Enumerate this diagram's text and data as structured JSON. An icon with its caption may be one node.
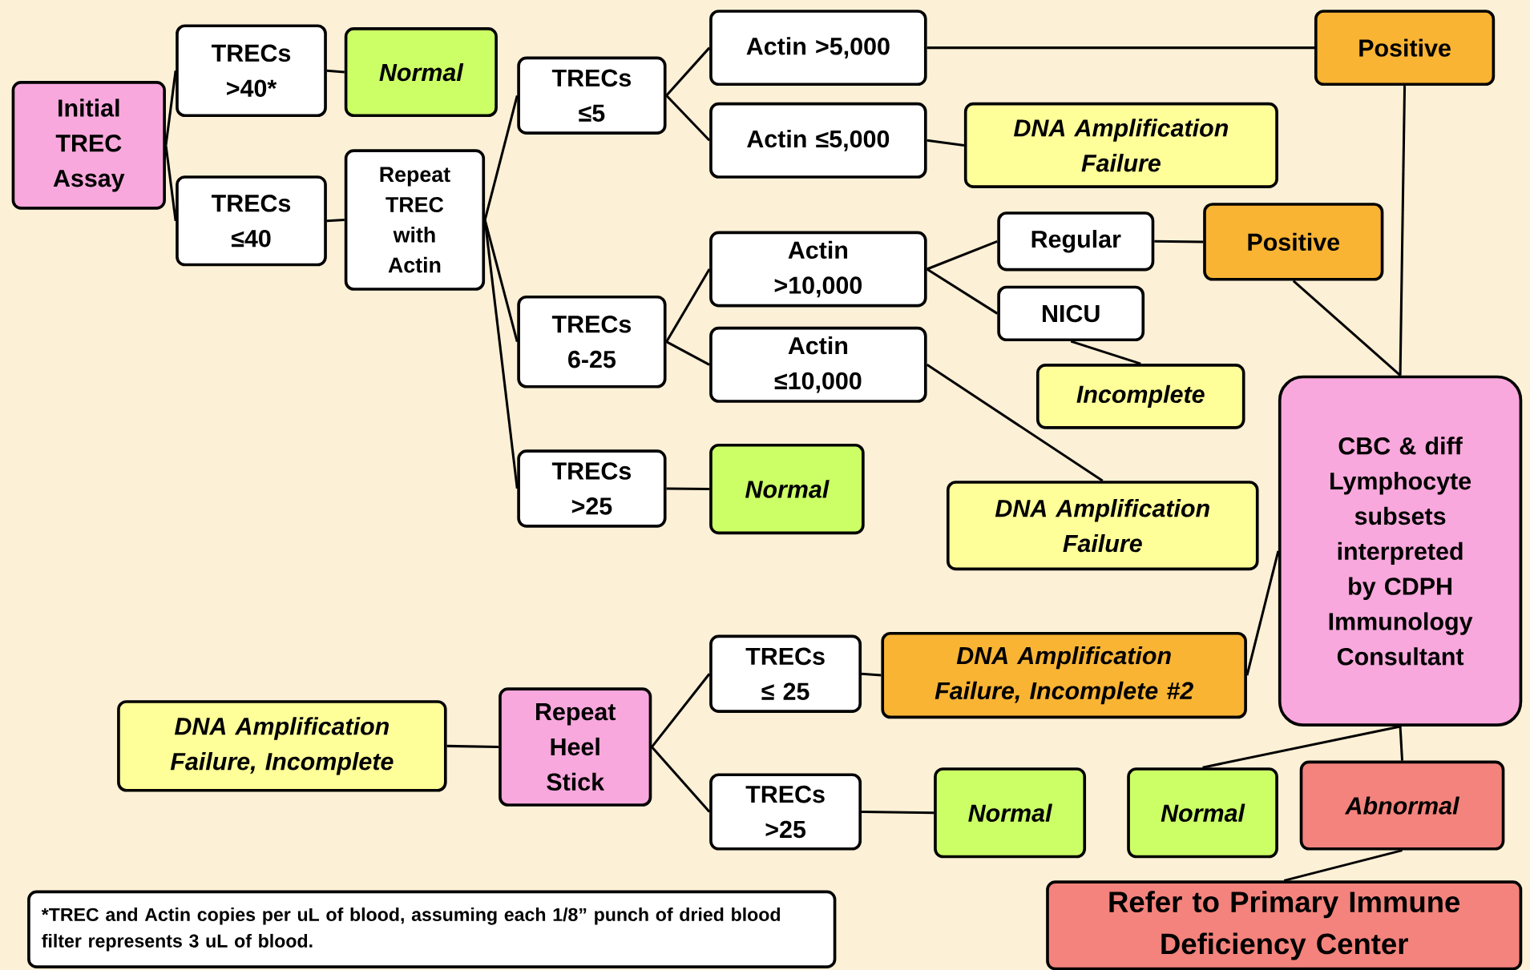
{
  "diagram": {
    "nodes": [
      {
        "text": [
          "Initial TREC Assay"
        ]
      },
      {
        "text": [
          "TRECs >40*"
        ]
      },
      {
        "text": [
          "Normal"
        ]
      },
      {
        "text": [
          "TRECs ≤40"
        ]
      },
      {
        "text": [
          "Repeat TREC with Actin"
        ]
      },
      {
        "text": [
          "TRECs ≤5"
        ]
      },
      {
        "text": [
          "Actin >5,000"
        ]
      },
      {
        "text": [
          "Positive"
        ]
      },
      {
        "text": [
          "Actin ≤5,000"
        ]
      },
      {
        "text": [
          "DNA Amplification Failure"
        ]
      },
      {
        "text": [
          "TRECs 6-25"
        ]
      },
      {
        "text": [
          "Actin >10,000"
        ]
      },
      {
        "text": [
          "Regular"
        ]
      },
      {
        "text": [
          "Positive"
        ]
      },
      {
        "text": [
          "NICU"
        ]
      },
      {
        "text": [
          "Incomplete"
        ]
      },
      {
        "text": [
          "Actin ≤10,000"
        ]
      },
      {
        "text": [
          "TRECs >25"
        ]
      },
      {
        "text": [
          "Normal"
        ]
      },
      {
        "text": [
          "DNA Amplification Failure"
        ]
      },
      {
        "text": [
          "CBC & diff Lymphocyte subsets interpreted by CDPH Immunology Consultant"
        ]
      },
      {
        "text": [
          "DNA Amplification Failure, Incomplete"
        ]
      },
      {
        "text": [
          "Repeat Heel Stick"
        ]
      },
      {
        "text": [
          "TRECs ≤ 25"
        ]
      },
      {
        "text": [
          "DNA Amplification Failure, Incomplete #2"
        ]
      },
      {
        "text": [
          "TRECs >25"
        ]
      },
      {
        "text": [
          "Normal"
        ]
      },
      {
        "text": [
          "Normal"
        ]
      },
      {
        "text": [
          "Abnormal"
        ]
      },
      {
        "text": [
          "Refer to Primary Immune Deficiency Center"
        ]
      },
      {
        "text": [
          "*TREC and Actin copies per uL of blood, assuming each 1/8” punch of dried blood filter represents 3 uL of blood."
        ]
      }
    ],
    "edges": [
      {
        "from": 0,
        "to": 1,
        "arrow": "none"
      },
      {
        "from": 0,
        "to": 3,
        "arrow": "none"
      },
      {
        "from": 1,
        "to": 2,
        "arrow": "none"
      },
      {
        "from": 3,
        "to": 4,
        "arrow": "none"
      },
      {
        "from": 4,
        "to": 5,
        "arrow": "none"
      },
      {
        "from": 4,
        "to": 10,
        "arrow": "none"
      },
      {
        "from": 4,
        "to": 17,
        "arrow": "none"
      },
      {
        "from": 5,
        "to": 6,
        "arrow": "none"
      },
      {
        "from": 5,
        "to": 8,
        "arrow": "none"
      },
      {
        "from": 6,
        "to": 7,
        "arrow": "none"
      },
      {
        "from": 8,
        "to": 9,
        "arrow": "none"
      },
      {
        "from": 10,
        "to": 11,
        "arrow": "none"
      },
      {
        "from": 10,
        "to": 16,
        "arrow": "none"
      },
      {
        "from": 11,
        "to": 12,
        "arrow": "none"
      },
      {
        "from": 11,
        "to": 14,
        "arrow": "none"
      },
      {
        "from": 12,
        "to": 13,
        "arrow": "none"
      },
      {
        "from": 14,
        "to": 15,
        "arrow": "none"
      },
      {
        "from": 16,
        "to": 19,
        "arrow": "none"
      },
      {
        "from": 17,
        "to": 18,
        "arrow": "none"
      },
      {
        "from": 7,
        "to": 20,
        "arrow": "none"
      },
      {
        "from": 13,
        "to": 20,
        "arrow": "none"
      },
      {
        "from": 24,
        "to": 20,
        "arrow": "none"
      },
      {
        "from": 21,
        "to": 22,
        "arrow": "none"
      },
      {
        "from": 22,
        "to": 23,
        "arrow": "none"
      },
      {
        "from": 22,
        "to": 25,
        "arrow": "none"
      },
      {
        "from": 23,
        "to": 24,
        "arrow": "none"
      },
      {
        "from": 25,
        "to": 26,
        "arrow": "none"
      },
      {
        "from": 20,
        "to": 27,
        "arrow": "none"
      },
      {
        "from": 20,
        "to": 28,
        "arrow": "none"
      },
      {
        "from": 28,
        "to": 29,
        "arrow": "none"
      }
    ]
  }
}
